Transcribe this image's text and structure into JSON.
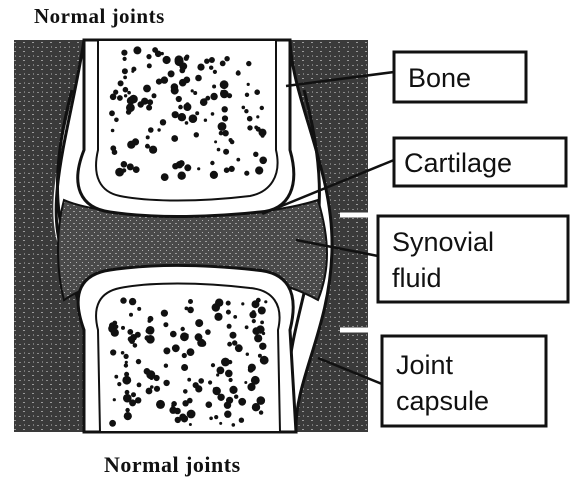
{
  "titles": {
    "top": "Normal joints",
    "bottom": "Normal joints"
  },
  "labels": {
    "bone": "Bone",
    "cartilage": "Cartilage",
    "synovial_fluid": [
      "Synovial",
      "fluid"
    ],
    "joint_capsule": [
      "Joint",
      "capsule"
    ]
  },
  "colors": {
    "ink": "#111111",
    "capsule_fill": "#2a2a2a",
    "fluid_fill": "#555555",
    "bone_fill": "#ffffff"
  }
}
